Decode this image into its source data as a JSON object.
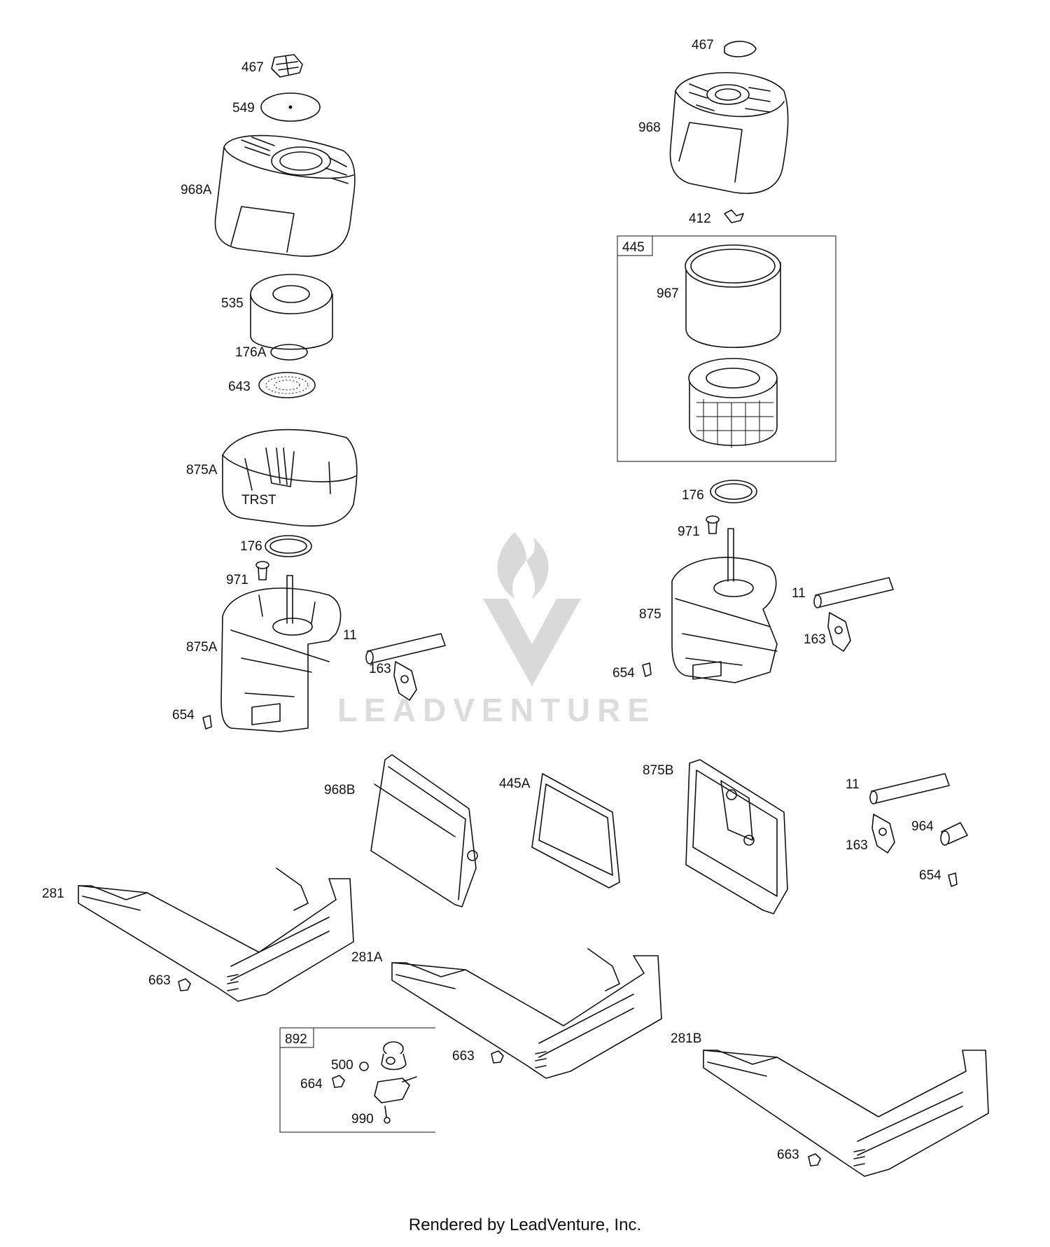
{
  "labels": {
    "l467a": "467",
    "l549": "549",
    "l968a": "968A",
    "l535": "535",
    "l176a": "176A",
    "l643": "643",
    "l875a1": "875A",
    "l176_1": "176",
    "l971_1": "971",
    "l875a2": "875A",
    "l11_1": "11",
    "l163_1": "163",
    "l654_1": "654",
    "l467b": "467",
    "l968": "968",
    "l412": "412",
    "l445": "445",
    "l967": "967",
    "l176_2": "176",
    "l971_2": "971",
    "l875": "875",
    "l11_2": "11",
    "l163_2": "163",
    "l654_2": "654",
    "l968b": "968B",
    "l445a": "445A",
    "l875b": "875B",
    "l11_3": "11",
    "l964": "964",
    "l163_3": "163",
    "l654_3": "654",
    "l281": "281",
    "l663_1": "663",
    "l281a": "281A",
    "l663_2": "663",
    "l281b": "281B",
    "l663_3": "663",
    "l892": "892",
    "l500": "500",
    "l664": "664",
    "l990": "990"
  },
  "watermark": {
    "text": "LEADVENTURE"
  },
  "footer": {
    "text": "Rendered by LeadVenture, Inc."
  }
}
